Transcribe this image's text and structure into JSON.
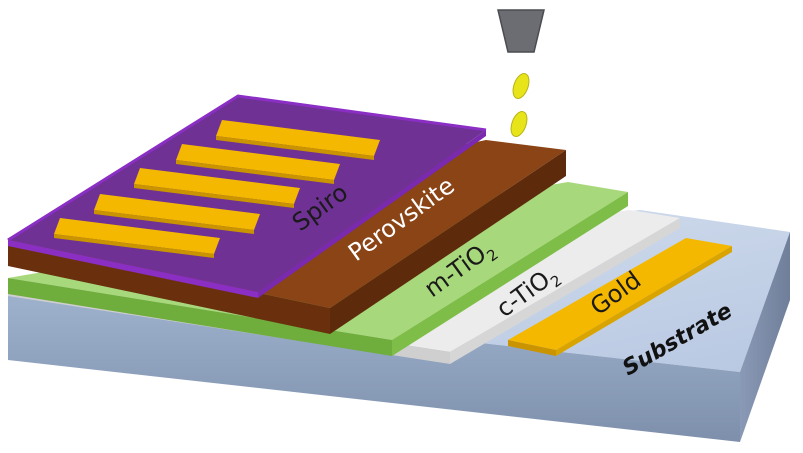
{
  "layers": {
    "spiro": "Spiro",
    "perovskite": "Perovskite",
    "m_tio2": {
      "prefix": "m-TiO",
      "subscript": "2"
    },
    "c_tio2": {
      "prefix": "c-TiO",
      "subscript": "2"
    },
    "gold": "Gold",
    "substrate": "Substrate"
  },
  "colors": {
    "spiro_top": "#6f3194",
    "spiro_edge": "#8a2ec4",
    "perovskite": "#7a3a12",
    "m_tio2": "#8fcf5a",
    "c_tio2": "#e4e4e4",
    "substrate": "#a9bfe0",
    "gold": "#f5b800",
    "droplet": "#e8e41a",
    "nozzle": "#6b6d72"
  }
}
